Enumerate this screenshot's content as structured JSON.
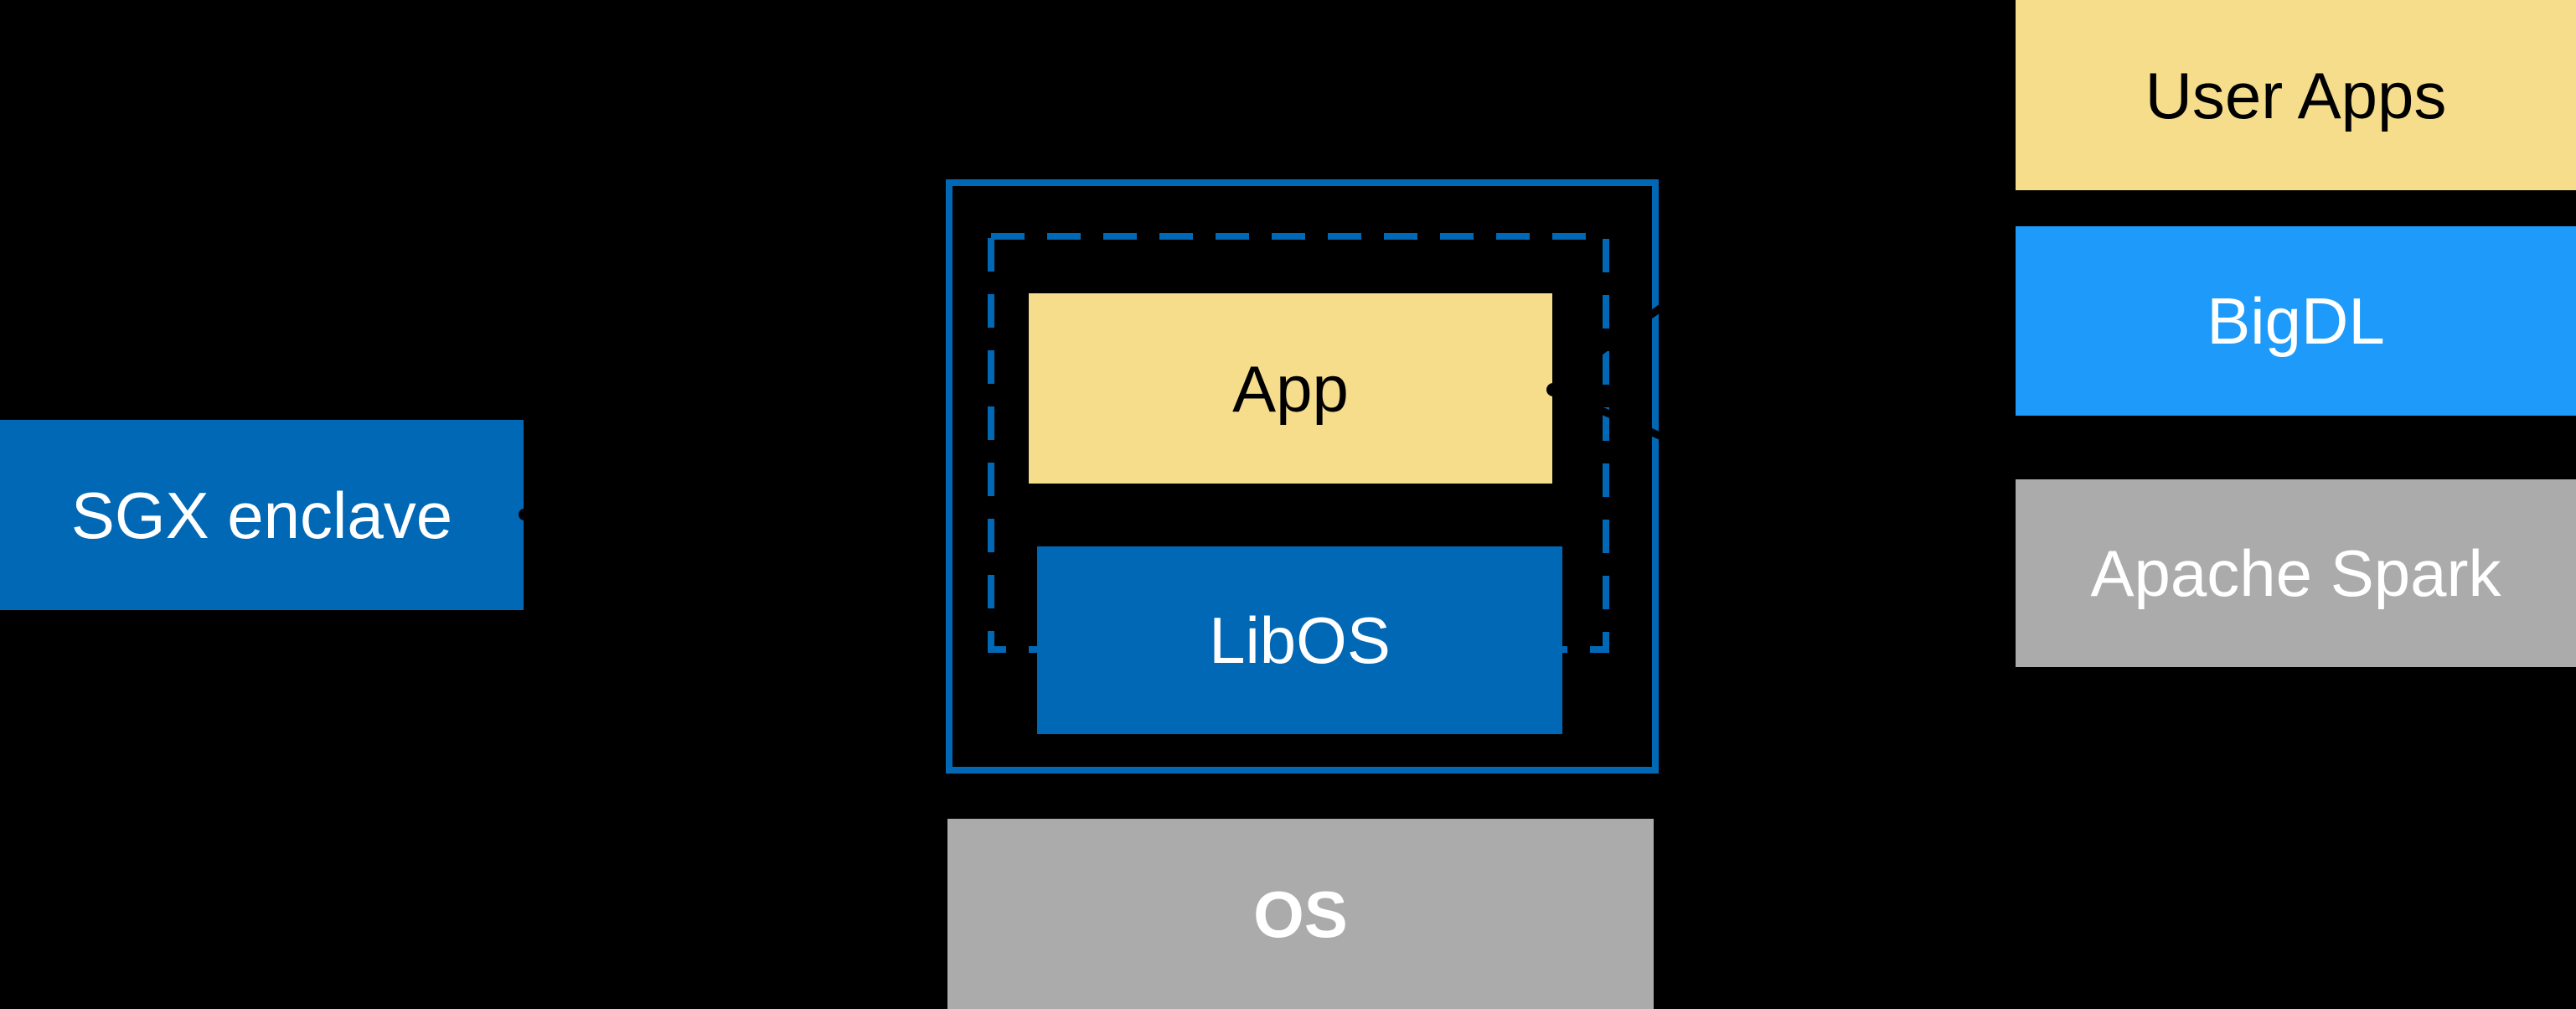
{
  "boxes": {
    "sgx_enclave": {
      "label": "SGX enclave"
    },
    "app": {
      "label": "App"
    },
    "libos": {
      "label": "LibOS"
    },
    "os": {
      "label": "OS"
    },
    "user_apps": {
      "label": "User Apps"
    },
    "bigdl": {
      "label": "BigDL"
    },
    "apache_spark": {
      "label": "Apache Spark"
    }
  },
  "colors": {
    "background": "#000000",
    "intel_blue": "#0068B5",
    "light_blue": "#1E9BFA",
    "yellow": "#F6DD8C",
    "gray": "#ABABAB",
    "connector": "#000000",
    "text_light": "#FFFFFF",
    "text_dark": "#000000"
  }
}
